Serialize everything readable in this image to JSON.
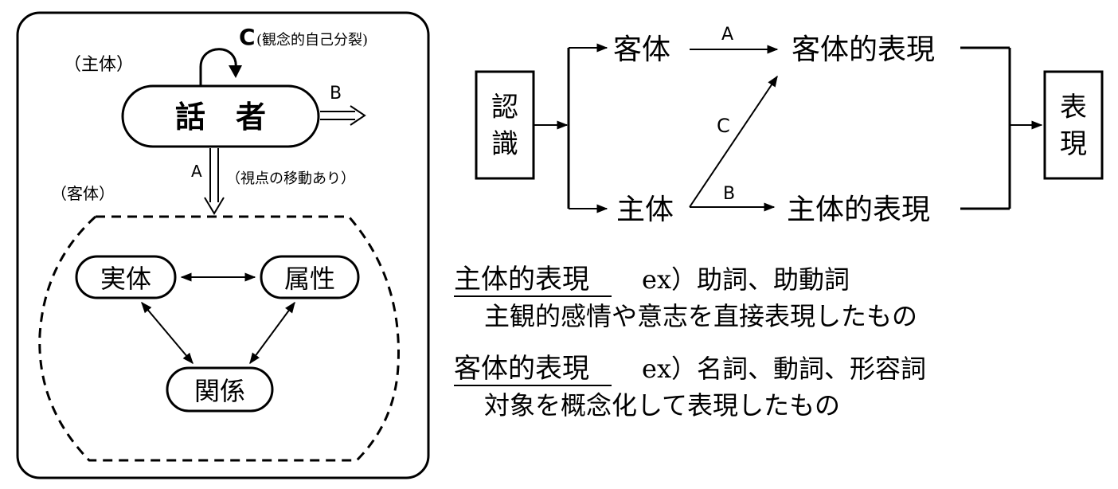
{
  "left_diagram": {
    "subject_label": "（主体）",
    "object_label": "（客体）",
    "speaker": "話　者",
    "c_letter": "C",
    "c_note": "(観念的自己分裂)",
    "b_letter": "B",
    "a_letter": "A",
    "a_note": "（視点の移動あり）",
    "nodes": {
      "entity": "実体",
      "attribute": "属性",
      "relation": "関係"
    }
  },
  "right_diagram": {
    "cognition": "認識",
    "object": "客体",
    "subject": "主体",
    "objective_expression": "客体的表現",
    "subjective_expression": "主体的表現",
    "expression": "表現",
    "arrow_a": "A",
    "arrow_b": "B",
    "arrow_c": "C"
  },
  "notes": [
    {
      "term": "主体的表現",
      "examples": "ex）助詞、助動詞",
      "description": "主観的感情や意志を直接表現したもの"
    },
    {
      "term": "客体的表現",
      "examples": "ex）名詞、動詞、形容詞",
      "description": "対象を概念化して表現したもの"
    }
  ]
}
